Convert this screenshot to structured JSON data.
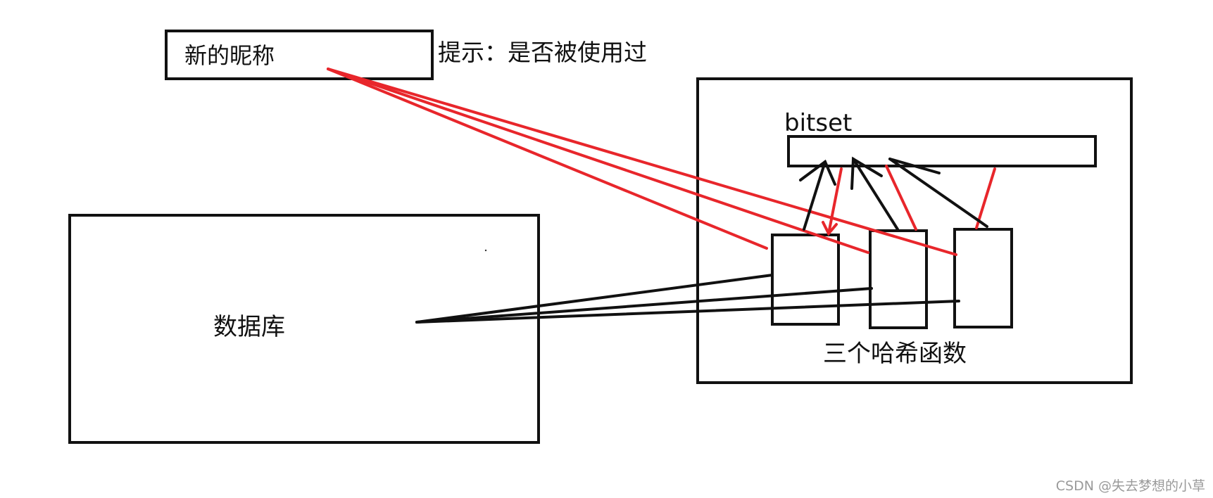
{
  "input_box": {
    "label": "新的昵称"
  },
  "hint": {
    "text": "提示：是否被使用过"
  },
  "database": {
    "label": "数据库"
  },
  "bitset": {
    "label": "bitset"
  },
  "hash_functions": {
    "label": "三个哈希函数",
    "count": 3
  },
  "watermark": {
    "text": "CSDN @失去梦想的小草"
  },
  "colors": {
    "red_arrows": "#e8262b",
    "black_lines": "#111111"
  }
}
